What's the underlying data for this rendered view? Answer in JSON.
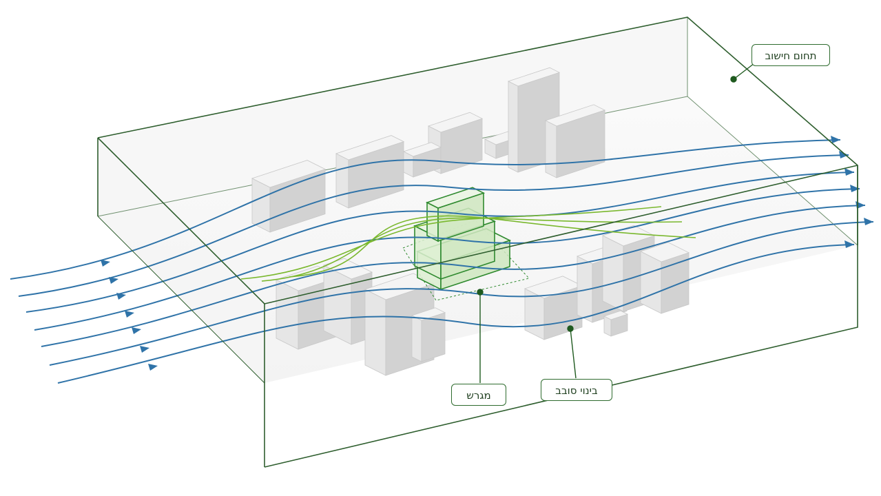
{
  "labels": {
    "domain_label": "תחום חישוב",
    "plot_label": "מגרש",
    "surrounding_label": "בינוי סובב"
  },
  "colors": {
    "domain_edge": "#2e5e2e",
    "wind_blue": "#2f73a8",
    "wind_green": "#7ab82e",
    "plot_green": "#2f8a2f",
    "building_top": "#f4f4f4",
    "building_left": "#e6e6e6",
    "building_right": "#d2d2d2"
  },
  "icons": {
    "streamline_arrow": "arrow-right-icon",
    "leader_dot": "dot-icon"
  }
}
